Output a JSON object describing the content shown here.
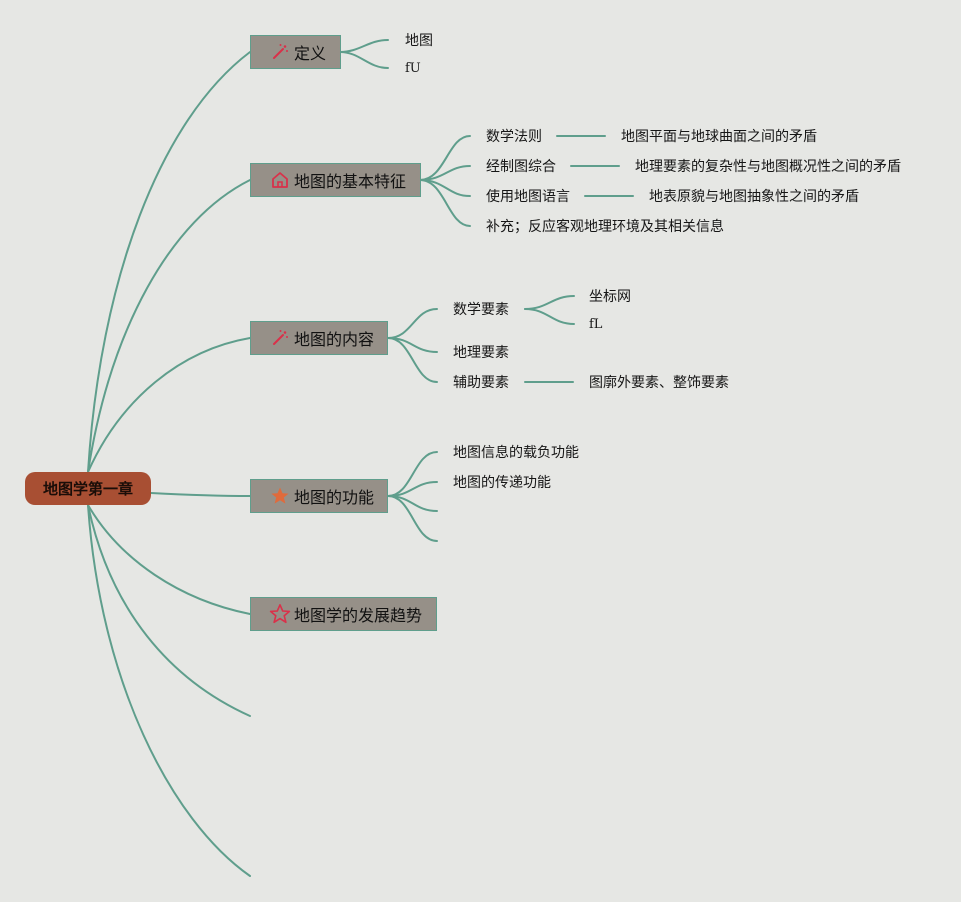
{
  "colors": {
    "background": "#e6e7e4",
    "root": "#a84f33",
    "branch": "#969088",
    "line": "#5f9e8c",
    "icon_red": "#d9314a",
    "star": "#e06b3c"
  },
  "root": {
    "label": "地图学第一章"
  },
  "branches": [
    {
      "label": "定义",
      "icon": "magic-wand-icon",
      "children": [
        {
          "label": "地图"
        },
        {
          "label": "fU"
        }
      ]
    },
    {
      "label": "地图的基本特征",
      "icon": "home-icon",
      "children": [
        {
          "label": "数学法则",
          "children": [
            {
              "label": "地图平面与地球曲面之间的矛盾"
            }
          ]
        },
        {
          "label": "经制图综合",
          "children": [
            {
              "label": "地理要素的复杂性与地图概况性之间的矛盾"
            }
          ]
        },
        {
          "label": "使用地图语言",
          "children": [
            {
              "label": "地表原貌与地图抽象性之间的矛盾"
            }
          ]
        },
        {
          "label": "补充；反应客观地理环境及其相关信息"
        }
      ]
    },
    {
      "label": "地图的内容",
      "icon": "magic-wand-icon",
      "children": [
        {
          "label": "数学要素",
          "children": [
            {
              "label": "坐标网"
            },
            {
              "label": "fL"
            }
          ]
        },
        {
          "label": "地理要素"
        },
        {
          "label": "辅助要素",
          "children": [
            {
              "label": "图廓外要素、整饰要素"
            }
          ]
        }
      ]
    },
    {
      "label": "地图的功能",
      "icon": "star-filled-icon",
      "children": [
        {
          "label": "地图信息的载负功能"
        },
        {
          "label": "地图的传递功能"
        },
        {
          "label": ""
        },
        {
          "label": ""
        }
      ]
    },
    {
      "label": "地图学的发展趋势",
      "icon": "star-outline-icon",
      "children": []
    }
  ]
}
